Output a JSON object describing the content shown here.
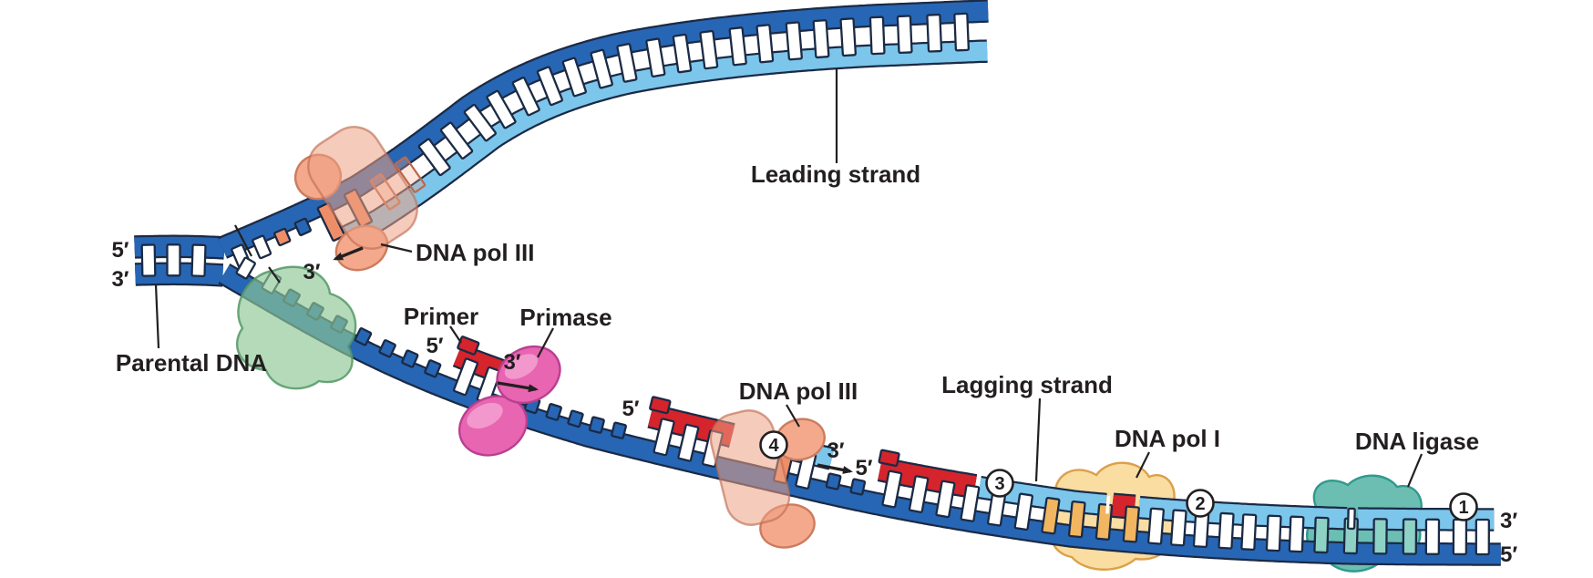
{
  "figure": {
    "subject": "DNA replication fork with leading and lagging strand synthesis"
  },
  "labels": {
    "five_prime_left": "5′",
    "three_prime_left": "3′",
    "parental_dna": "Parental DNA",
    "dna_pol_iii_top": "DNA pol III",
    "three_prime_fork": "3′",
    "leading_strand": "Leading strand",
    "primer": "Primer",
    "primase": "Primase",
    "five_prime_primer": "5′",
    "three_prime_primer": "3′",
    "five_prime_frag4": "5′",
    "dna_pol_iii_bottom": "DNA pol III",
    "three_prime_frag4": "3′",
    "five_prime_frag4_right": "5′",
    "lagging_strand": "Lagging strand",
    "dna_pol_i": "DNA pol I",
    "dna_ligase": "DNA ligase",
    "three_prime_right": "3′",
    "five_prime_right": "5′"
  },
  "fragments": {
    "n1": "1",
    "n2": "2",
    "n3": "3",
    "n4": "4"
  },
  "palette": {
    "ink": "#231f20",
    "outline": "#1b2a45",
    "white": "#ffffff",
    "template_blue": "#2766b4",
    "new_strand_blue": "#7cc6ec",
    "primer_red": "#d5242c",
    "pol3_body": "#f5a98c",
    "pol3_edge": "#cc7c5e",
    "pol3_channel": "rgba(237,160,132,0.55)",
    "pol3_channel_edge": "rgba(190,110,85,0.65)",
    "pol3_rung": "#ee8e69",
    "pol3_rung_hollow": "rgba(244,170,140,0.30)",
    "pol3_rung_hollow_edge": "#bb6a4e",
    "helicase_fill": "rgba(141,199,151,0.66)",
    "helicase_edge": "rgba(84,152,101,0.85)",
    "primase_fill": "#e765b1",
    "primase_edge": "#b93f90",
    "primase_highlight": "rgba(246,170,214,0.75)",
    "pol1_fill": "rgba(248,218,153,0.92)",
    "pol1_edge": "#dba04a",
    "pol1_rung": "#f1b65f",
    "ligase_fill": "rgba(95,184,172,0.92)",
    "ligase_edge": "#2f9a8c",
    "ligase_rung": "#8ed1c5"
  }
}
